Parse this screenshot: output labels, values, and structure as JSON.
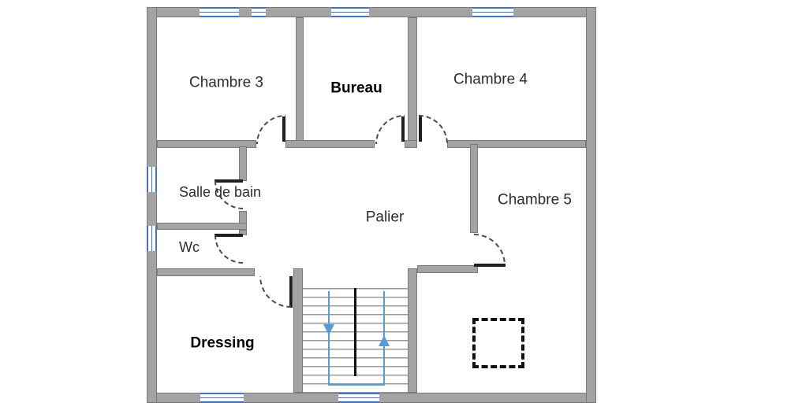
{
  "colors": {
    "wall": "#a3a3a3",
    "wall_edge": "#7a7a7a",
    "window_blue": "#4472c4",
    "stair_blue": "#5b9bd5",
    "door_arc": "#4a4a4a",
    "door_leaf": "#1f1f1f",
    "tread": "#9a9a9a",
    "opening_dash": "#111111"
  },
  "rooms": {
    "chambre3": {
      "label": "Chambre 3"
    },
    "bureau": {
      "label": "Bureau"
    },
    "chambre4": {
      "label": "Chambre 4"
    },
    "salle_de_bain": {
      "label": "Salle de bain"
    },
    "wc": {
      "label": "Wc"
    },
    "palier": {
      "label": "Palier"
    },
    "chambre5": {
      "label": "Chambre 5"
    },
    "dressing": {
      "label": "Dressing"
    }
  }
}
